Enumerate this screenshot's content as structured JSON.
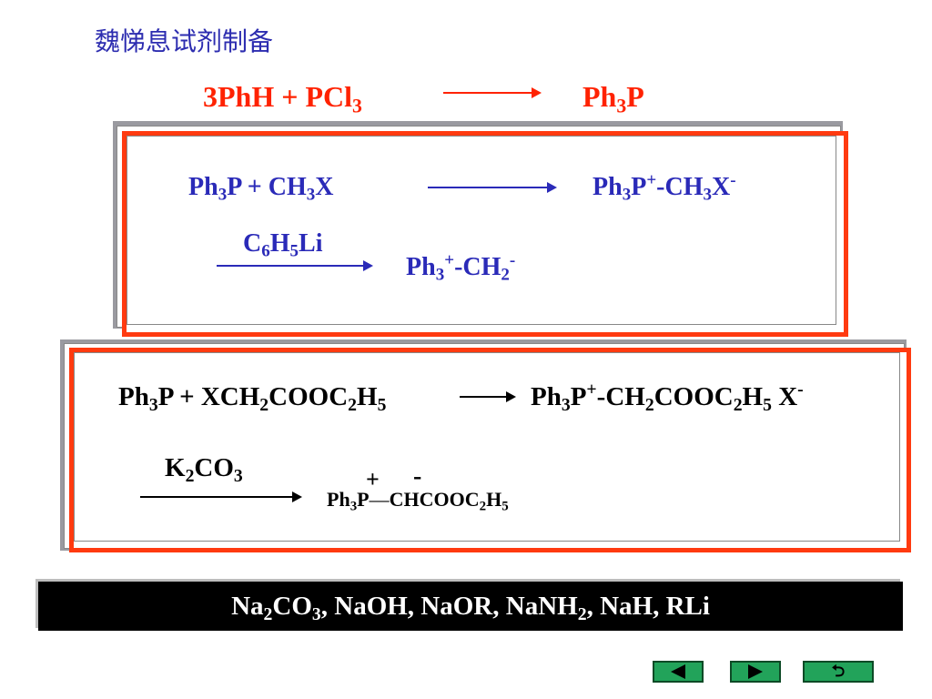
{
  "title": "魏悌息试剂制备",
  "top_reaction": {
    "left": "3PhH  +  PCl",
    "left_sub": "3",
    "right": "Ph",
    "right_sub": "3",
    "right_tail": "P"
  },
  "box1": {
    "r1_left": "Ph",
    "r1_left_sub1": "3",
    "r1_left_mid": "P  +  CH",
    "r1_left_sub2": "3",
    "r1_left_tail": "X",
    "r1_right": "Ph",
    "r1_right_sub1": "3",
    "r1_right_p": "P",
    "r1_right_sup1": "+",
    "r1_right_mid": "-CH",
    "r1_right_sub2": "3",
    "r1_right_x": "X",
    "r1_right_sup2": "-",
    "reagent": "C",
    "reagent_sub1": "6",
    "reagent_h": "H",
    "reagent_sub2": "5",
    "reagent_tail": "Li",
    "r2_product": "Ph",
    "r2_product_sub1": "3",
    "r2_product_sup1": "+",
    "r2_product_mid": "-CH",
    "r2_product_sub2": "2",
    "r2_product_sup2": "-"
  },
  "box2": {
    "r1_left": "Ph",
    "r1_left_sub1": "3",
    "r1_left_mid": "P  +  XCH",
    "r1_left_sub2": "2",
    "r1_left_mid2": "COOC",
    "r1_left_sub3": "2",
    "r1_left_h": "H",
    "r1_left_sub4": "5",
    "r1_right": "Ph",
    "r1_right_sub1": "3",
    "r1_right_p": "P",
    "r1_right_sup1": "+",
    "r1_right_mid": "-CH",
    "r1_right_sub2": "2",
    "r1_right_mid2": "COOC",
    "r1_right_sub3": "2",
    "r1_right_h": "H",
    "r1_right_sub4": "5",
    "r1_right_x": " X",
    "r1_right_sup2": "-",
    "reagent": "K",
    "reagent_sub1": "2",
    "reagent_mid": "CO",
    "reagent_sub2": "3",
    "ylide_plus": "+",
    "ylide_minus": "-",
    "ylide_ph": "Ph",
    "ylide_sub1": "3",
    "ylide_p": "P",
    "ylide_bond": "—",
    "ylide_c": "CHCOOC",
    "ylide_sub2": "2",
    "ylide_h": "H",
    "ylide_sub3": "5"
  },
  "bases": {
    "na": "Na",
    "na_sub": "2",
    "co": "CO",
    "co_sub": "3",
    "rest1": ",  NaOH,  NaOR,  NaNH",
    "nh_sub": "2",
    "rest2": ",  NaH,  RLi"
  },
  "nav": {
    "prev": "previous",
    "next": "next",
    "return": "return"
  },
  "colors": {
    "accent_red": "#ff2200",
    "text_blue": "#2a2ab8",
    "nav_green": "#22a35a"
  }
}
